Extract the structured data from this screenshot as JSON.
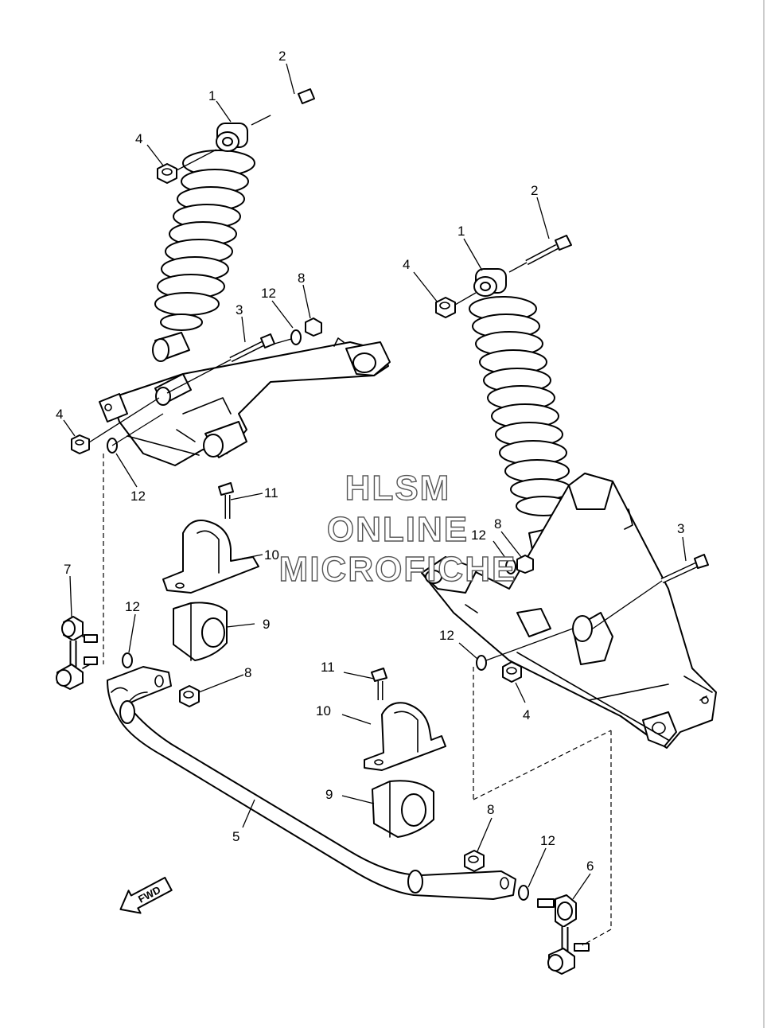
{
  "callouts": {
    "c1a": "1",
    "c2a": "2",
    "c4a": "4",
    "c3a": "3",
    "c12a": "12",
    "c8a": "8",
    "c4b": "4",
    "c12b": "12",
    "c11a": "11",
    "c10a": "10",
    "c7": "7",
    "c12c": "12",
    "c9a": "9",
    "c8b": "8",
    "c1b": "1",
    "c2b": "2",
    "c4c": "4",
    "c3b": "3",
    "c12d": "12",
    "c8c": "8",
    "c12e": "12",
    "c4d": "4",
    "c11b": "11",
    "c10b": "10",
    "c9b": "9",
    "c5": "5",
    "c8d": "8",
    "c12f": "12",
    "c6": "6"
  },
  "watermark": {
    "line1": "HLSM",
    "line2": "ONLINE",
    "line3": "MICROFICHE"
  },
  "fwd_label": "FWD",
  "icons": [
    "fwd-arrow-icon"
  ]
}
